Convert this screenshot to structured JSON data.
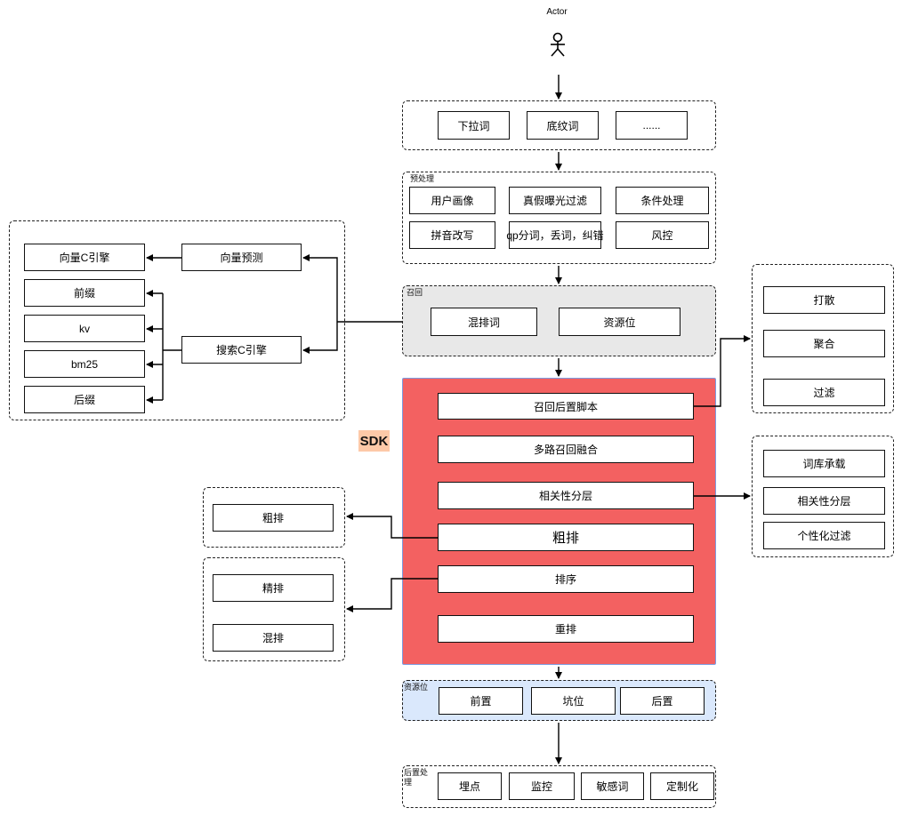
{
  "actor": {
    "label": "Actor"
  },
  "entry": {
    "items": [
      "下拉词",
      "底纹词",
      "......"
    ]
  },
  "preprocess": {
    "title": "预处理",
    "items": [
      "用户画像",
      "真假曝光过滤",
      "条件处理",
      "拼音改写",
      "qp分词，丢词，纠错",
      "风控"
    ]
  },
  "recall": {
    "title": "召回",
    "items": [
      "混排词",
      "资源位"
    ]
  },
  "engine": {
    "vector_predict": "向量预测",
    "search_engine": "搜索C引擎",
    "targets": [
      "向量C引擎",
      "前缀",
      "kv",
      "bm25",
      "后缀"
    ]
  },
  "sdk": {
    "label": "SDK",
    "steps": [
      "召回后置脚本",
      "多路召回融合",
      "相关性分层",
      "粗排",
      "排序",
      "重排"
    ]
  },
  "post_script": {
    "items": [
      "打散",
      "聚合",
      "过滤"
    ]
  },
  "relevance": {
    "items": [
      "词库承载",
      "相关性分层",
      "个性化过滤"
    ]
  },
  "coarse": {
    "items": [
      "粗排"
    ]
  },
  "rank": {
    "items": [
      "精排",
      "混排"
    ]
  },
  "resource": {
    "title": "资源位",
    "items": [
      "前置",
      "坑位",
      "后置"
    ]
  },
  "postprocess": {
    "title": "后置处理",
    "items": [
      "埋点",
      "监控",
      "敏感词",
      "定制化"
    ]
  },
  "colors": {
    "sdk_fill": "#f36161",
    "sdk_label_bg": "#fdc9a8",
    "recall_bg": "#e8e8e8",
    "resource_bg": "#dae8fc"
  }
}
